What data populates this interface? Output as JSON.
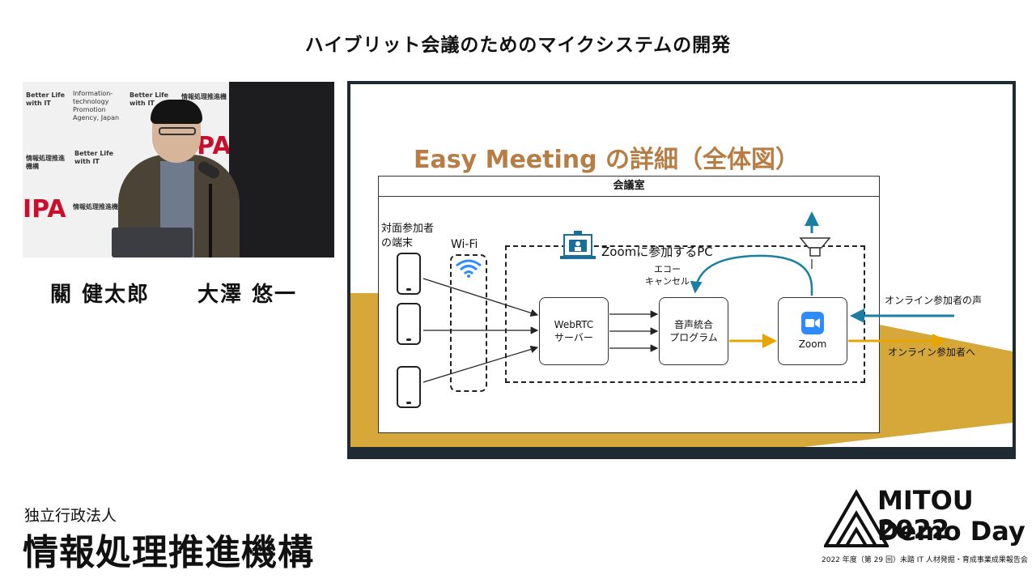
{
  "header": {
    "title": "ハイブリット会議のためのマイクシステムの開発"
  },
  "video": {
    "backdrop_items": [
      "Better Life with IT",
      "Information-technology Promotion Agency, Japan",
      "Better Life with IT",
      "情報処理推進機構",
      "Better Life with IT",
      "情報処理推進機構",
      "情報処理推進機構"
    ],
    "ipa_marks": [
      "IPA",
      "IPA"
    ]
  },
  "speakers": {
    "name1": "關 健太郎",
    "name2": "大澤 悠一"
  },
  "slide": {
    "title": "Easy Meeting の詳細（全体図）",
    "room_label": "会議室",
    "devices_label": "対面参加者\nの端末",
    "wifi_label": "Wi-Fi",
    "zoom_pc_label": "Zoomに参加するPC",
    "echo_label": "エコー\nキャンセル",
    "webrtc_label": "WebRTC\nサーバー",
    "audio_label": "音声統合\nプログラム",
    "zoom_label": "Zoom",
    "online_voice_label": "オンライン参加者の声",
    "online_out_label": "オンライン参加者へ",
    "colors": {
      "accent": "#b87d44",
      "audio_out": "#e8a400",
      "online_in": "#1a7fa0",
      "zoom_blue": "#2d8cff"
    }
  },
  "footer": {
    "org_small": "独立行政法人",
    "org_big": "情報処理推進機構",
    "mitou_title": "MITOU 2022",
    "mitou_sub": "Demo Day",
    "mitou_caption": "2022 年度（第 29 回）未踏 IT 人材発掘・育成事業成果報告会"
  }
}
